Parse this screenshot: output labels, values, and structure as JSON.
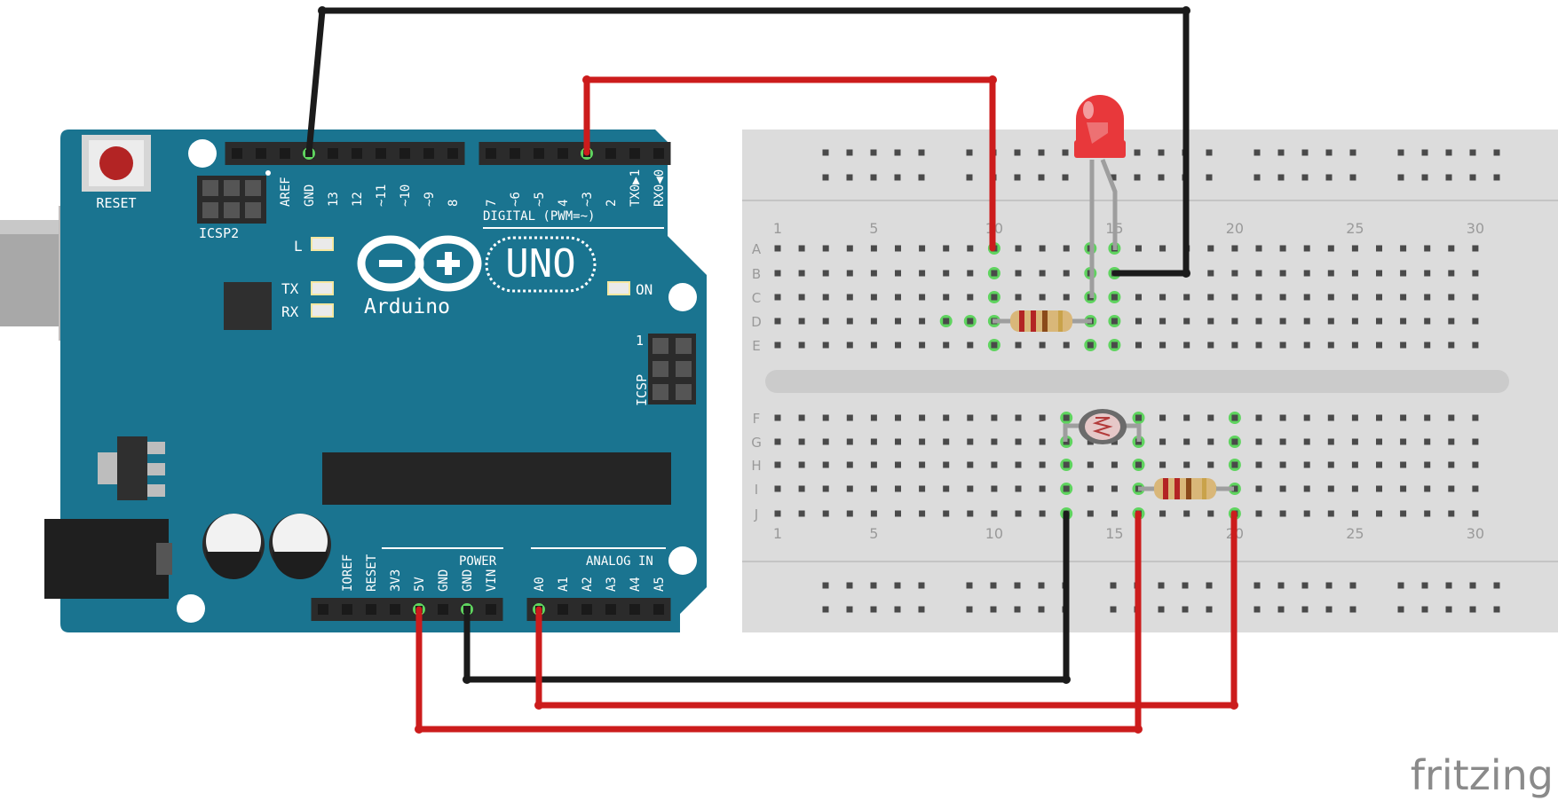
{
  "brand": "fritzing",
  "board": {
    "reset_label": "RESET",
    "icsp2_label": "ICSP2",
    "icsp_label": "ICSP",
    "icsp_pin1": "1",
    "digital_label": "DIGITAL (PWM=~)",
    "power_label": "POWER",
    "analog_label": "ANALOG IN",
    "logo_uno": "UNO",
    "logo_arduino": "Arduino",
    "led_l": "L",
    "led_tx": "TX",
    "led_rx": "RX",
    "led_on": "ON",
    "top_left_pins": [
      "AREF",
      "GND",
      "13",
      "12",
      "~11",
      "~10",
      "~9",
      "8"
    ],
    "top_right_pins": [
      "7",
      "~6",
      "~5",
      "4",
      "~3",
      "2",
      "TX0▶1",
      "RX0◀0"
    ],
    "bottom_power_pins": [
      "IOREF",
      "RESET",
      "3V3",
      "5V",
      "GND",
      "GND",
      "VIN"
    ],
    "bottom_analog_pins": [
      "A0",
      "A1",
      "A2",
      "A3",
      "A4",
      "A5"
    ]
  },
  "breadboard": {
    "rows_top": [
      "A",
      "B",
      "C",
      "D",
      "E"
    ],
    "rows_bottom": [
      "F",
      "G",
      "H",
      "I",
      "J"
    ],
    "column_numbers": [
      "1",
      "5",
      "10",
      "15",
      "20",
      "25",
      "30"
    ]
  },
  "colors": {
    "board": "#1a7490",
    "wire_red": "#cc1c1c",
    "wire_black": "#1b1b1b",
    "breadboard": "#dcdcdc",
    "led": "#e8383b",
    "active_hole": "#5fd45f"
  }
}
